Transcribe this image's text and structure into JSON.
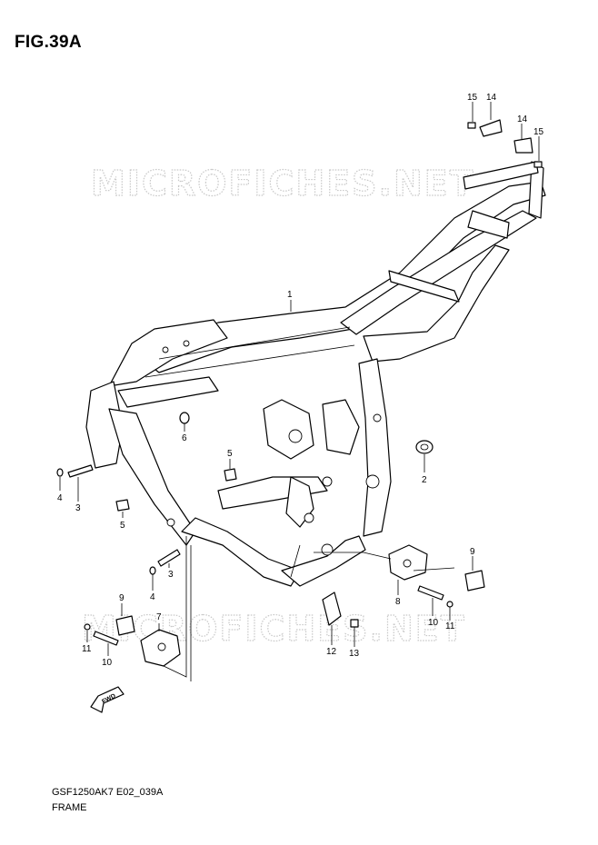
{
  "figure_title": "FIG.39A",
  "watermark": "MICROFICHES.NET",
  "footer": {
    "code": "GSF1250AK7 E02_039A",
    "name": "FRAME"
  },
  "fwd_label": "FWD",
  "callouts": {
    "c1": "1",
    "c2": "2",
    "c3a": "3",
    "c3b": "3",
    "c4a": "4",
    "c4b": "4",
    "c5a": "5",
    "c5b": "5",
    "c6": "6",
    "c7": "7",
    "c8": "8",
    "c9a": "9",
    "c9b": "9",
    "c10a": "10",
    "c10b": "10",
    "c11a": "11",
    "c11b": "11",
    "c12": "12",
    "c13": "13",
    "c14a": "14",
    "c14b": "14",
    "c15a": "15",
    "c15b": "15"
  }
}
